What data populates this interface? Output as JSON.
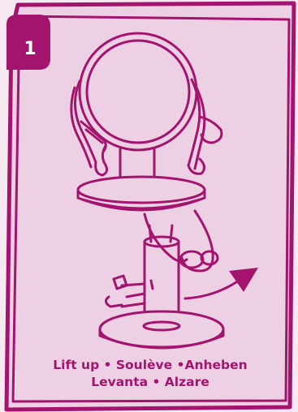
{
  "step": {
    "number": "1"
  },
  "caption": {
    "line1": "Lift up • Soulève •Anheben",
    "line2": "Levanta • Alzare"
  },
  "colors": {
    "page_background": "#f7e9f1",
    "panel_fill": "#eed0e4",
    "outline": "#a3146f",
    "step_badge": "#a3146f"
  },
  "icons": [
    "salon-chair-illustration",
    "lift-arrow-icon",
    "step-number-badge"
  ]
}
